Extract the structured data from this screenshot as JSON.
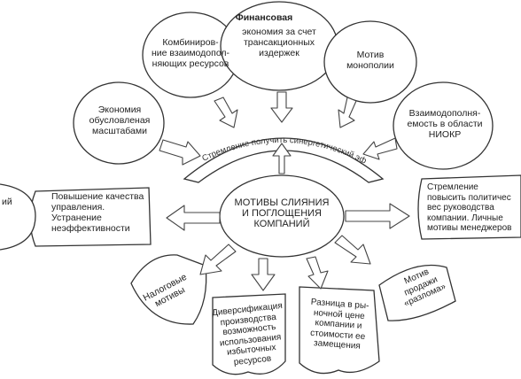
{
  "center": {
    "title": "МОТИВЫ СЛИЯНИЯ\nИ ПОГЛОЩЕНИЯ\nКОМПАНИЙ"
  },
  "arc": {
    "label": "Стремление получить синергетический эффект"
  },
  "top": {
    "financial_title": "Финансовая",
    "financial_body": "экономия за счет\nтрансакционных\nиздержек",
    "combining": "Комбиниров-\nние взаимодопол-\nняющих ресурсов",
    "monopoly": "Мотив\nмонополии",
    "scale": "Экономия\nобусловленая\nмасштабами",
    "rnd": "Взаимодополня-\nемость в области\nНИОКР"
  },
  "left": {
    "management": "Повышение качества\nуправления. Устранение\nнеэффективности",
    "edge_fragment": "ий"
  },
  "right": {
    "managers": "Стремление\nповысить политичес\nвес руководства\nкомпании. Личные\nмотивы менеджеров"
  },
  "bottom": {
    "tax": "Налоговые\nмотивы",
    "diversification": "Диверсификация\nпроизводства\nвозможность\nиспользования\nизбыточных\nресурсов",
    "price_gap": "Разница в ры-\nночной цене\nкомпании и\nстоимости ее\nзамещения",
    "sell_motive": "Мотив\nпродажи\n«разлома»"
  }
}
